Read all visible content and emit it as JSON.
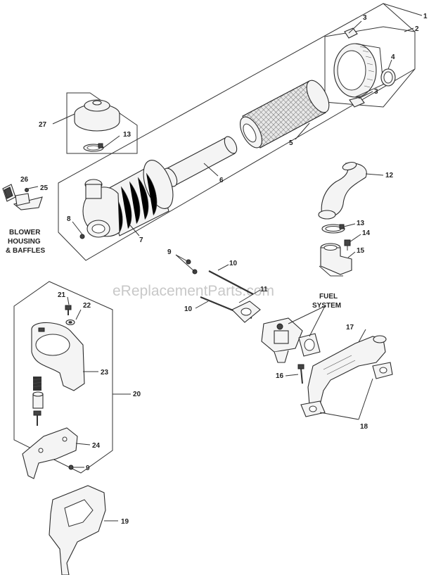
{
  "watermark": "eReplacementParts.com",
  "notes": {
    "blower": [
      "BLOWER",
      "HOUSING",
      "& BAFFLES"
    ],
    "fuel": [
      "FUEL",
      "SYSTEM"
    ]
  },
  "callouts": {
    "c1": "1",
    "c2": "2",
    "c3a": "3",
    "c3b": "3",
    "c4": "4",
    "c5": "5",
    "c6": "6",
    "c7": "7",
    "c8": "8",
    "c9a": "9",
    "c9b": "9",
    "c10a": "10",
    "c10b": "10",
    "c11": "11",
    "c12": "12",
    "c13a": "13",
    "c13b": "13",
    "c14": "14",
    "c15": "15",
    "c16": "16",
    "c17": "17",
    "c18": "18",
    "c19": "19",
    "c20": "20",
    "c21": "21",
    "c22": "22",
    "c23": "23",
    "c24": "24",
    "c25": "25",
    "c26": "26",
    "c27": "27"
  }
}
